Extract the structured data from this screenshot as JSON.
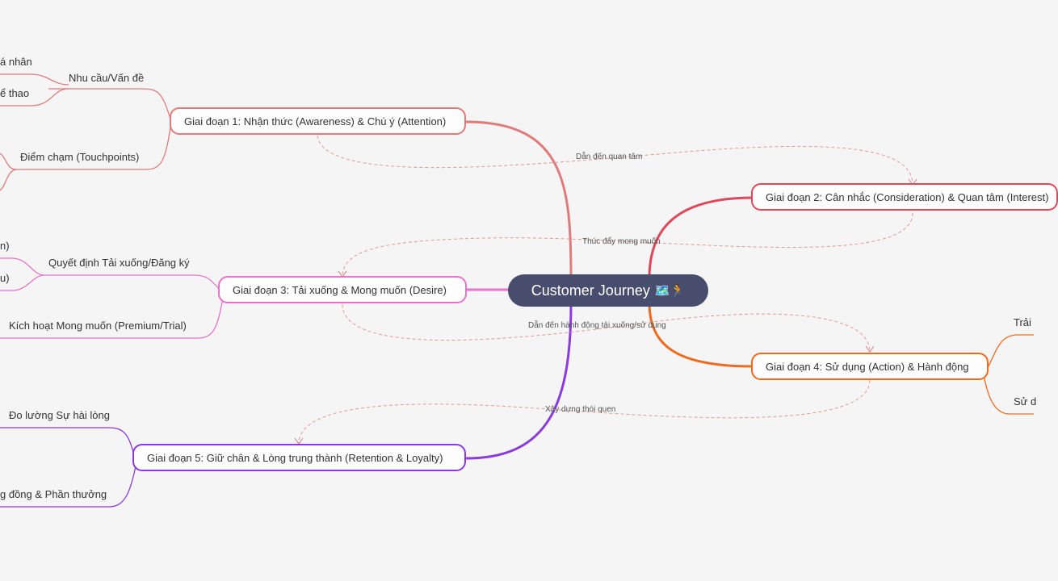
{
  "central": {
    "label": "Customer Journey",
    "emoji": "🗺️🏃"
  },
  "stages": [
    {
      "label": "Giai đoạn 1: Nhận thức (Awareness) & Chú ý (Attention)",
      "color": "#e07b7b"
    },
    {
      "label": "Giai đoạn 2: Cân nhắc (Consideration) & Quan tâm (Interest)",
      "color": "#e0475a"
    },
    {
      "label": "Giai đoạn 3: Tải xuống & Mong muốn (Desire)",
      "color": "#e872cc"
    },
    {
      "label": "Giai đoạn 4: Sử dụng (Action) & Hành động",
      "color": "#f06a1e"
    },
    {
      "label": "Giai đoạn 5: Giữ chân & Lòng trung thành (Retention & Loyalty)",
      "color": "#8a3ae0"
    }
  ],
  "subtopics": {
    "s1_need": "Nhu cầu/Vấn đề",
    "s1_need_a": "á nhân",
    "s1_need_b": "ể thao",
    "s1_touch": "Điểm chạm (Touchpoints)",
    "s3_decision": "Quyết định Tải xuống/Đăng ký",
    "s3_decision_a": "n)",
    "s3_decision_b": "u)",
    "s3_activate": "Kích hoạt Mong muốn (Premium/Trial)",
    "s4_a": "Trải",
    "s4_b": "Sử d",
    "s5_measure": "Đo lường Sự hài lòng",
    "s5_community": "g đồng & Phần thưởng"
  },
  "relations": {
    "r1": "Dẫn đến quan tâm",
    "r2": "Thúc đẩy mong muốn",
    "r3": "Dẫn đến hành động tải xuống/sử dụng",
    "r4": "Xây dựng thói quen"
  }
}
